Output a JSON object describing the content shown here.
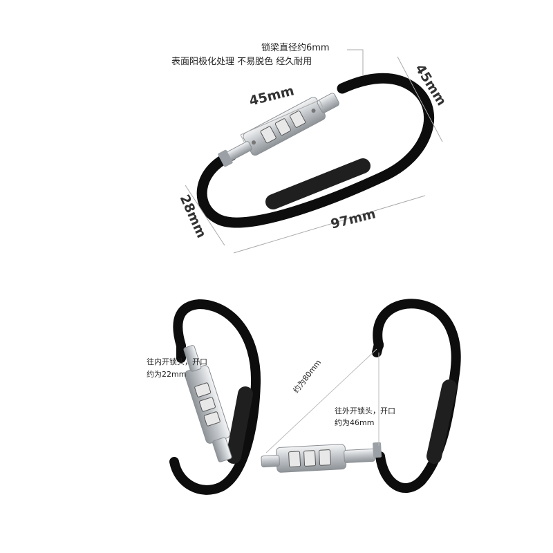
{
  "labels": {
    "shackle_diameter": "锁梁直径约6mm",
    "finish": "表面阳极化处理 不易脱色 经久耐用",
    "lock_length": "45mm",
    "height": "45mm",
    "width": "28mm",
    "length": "97mm",
    "inward_line1": "往内开锁头，开口",
    "inward_line2": "约为22mm",
    "diagonal": "约为80mm",
    "outward_line1": "往外开锁头，开口",
    "outward_line2": "约为46mm"
  },
  "colors": {
    "body": "#0d0d0d",
    "grip": "#1c1c1c",
    "metal": "#c9ccd0",
    "dim_line": "#aaaaaa"
  }
}
